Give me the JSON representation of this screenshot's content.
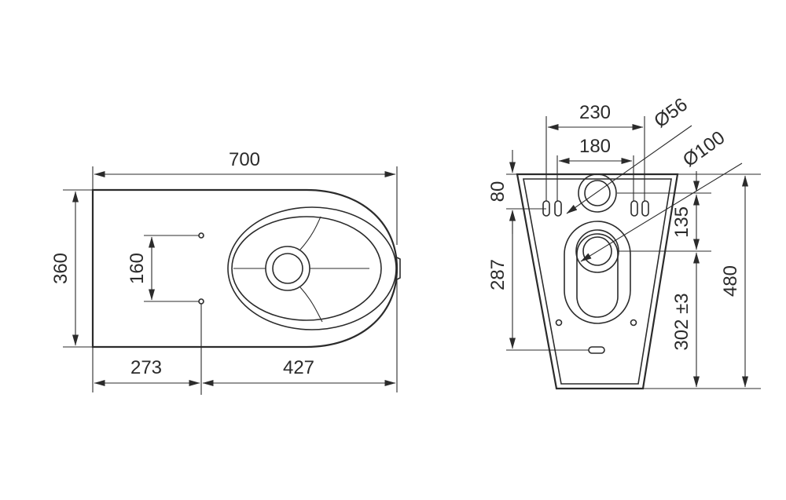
{
  "top_view": {
    "overall_length": "700",
    "width": "360",
    "hole_spacing": "160",
    "rear_to_holes": "273",
    "holes_to_front": "427"
  },
  "rear_view": {
    "outer_spacing": "230",
    "inner_spacing": "180",
    "small_outlet_diameter": "Ø56",
    "large_outlet_diameter": "Ø100",
    "top_to_slots": "80",
    "outlet_height": "287",
    "outlet_gap": "135",
    "total_height": "480",
    "outlet_height_tolerance": "302 ±3"
  }
}
